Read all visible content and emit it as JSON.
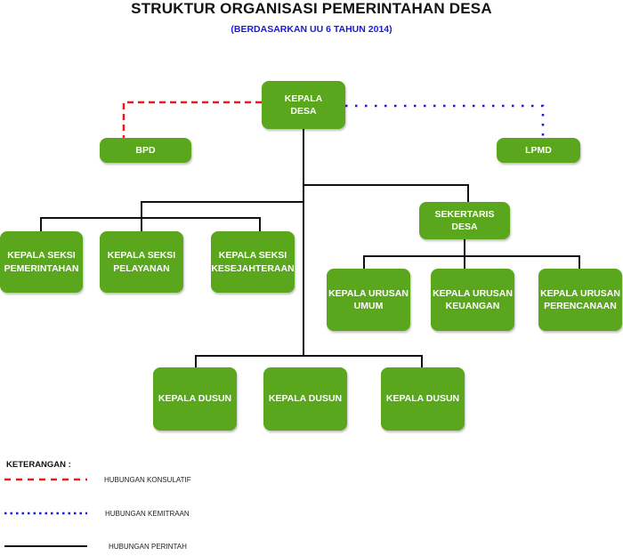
{
  "header": {
    "title": "STRUKTUR ORGANISASI PEMERINTAHAN DESA",
    "subtitle": "(BERDASARKAN UU 6 TAHUN 2014)"
  },
  "nodes": {
    "kepala_desa": "KEPALA\nDESA",
    "bpd": "BPD",
    "lpmd": "LPMD",
    "sekertaris_desa": "SEKERTARIS DESA",
    "seksi": [
      "KEPALA SEKSI\nPEMERINTAHAN",
      "KEPALA SEKSI\nPELAYANAN",
      "KEPALA SEKSI\nKESEJAHTERAAN"
    ],
    "urusan": [
      "KEPALA URUSAN\nUMUM",
      "KEPALA URUSAN\nKEUANGAN",
      "KEPALA URUSAN\nPERENCANAAN"
    ],
    "dusun": [
      "KEPALA DUSUN",
      "KEPALA DUSUN",
      "KEPALA DUSUN"
    ]
  },
  "legend": {
    "title": "KETERANGAN :",
    "items": [
      {
        "label": "HUBUNGAN KONSULATIF",
        "style": "dashed",
        "color": "#e8191c"
      },
      {
        "label": "HUBUNGAN KEMITRAAN",
        "style": "dotted",
        "color": "#1a1adb"
      },
      {
        "label": "HUBUNGAN PERINTAH",
        "style": "solid",
        "color": "#111111"
      }
    ]
  },
  "colors": {
    "box_fill": "#5aa61c",
    "box_text": "#ffffff",
    "konsultatif": "#e8191c",
    "kemitraan": "#1a1adb",
    "perintah": "#111111"
  }
}
